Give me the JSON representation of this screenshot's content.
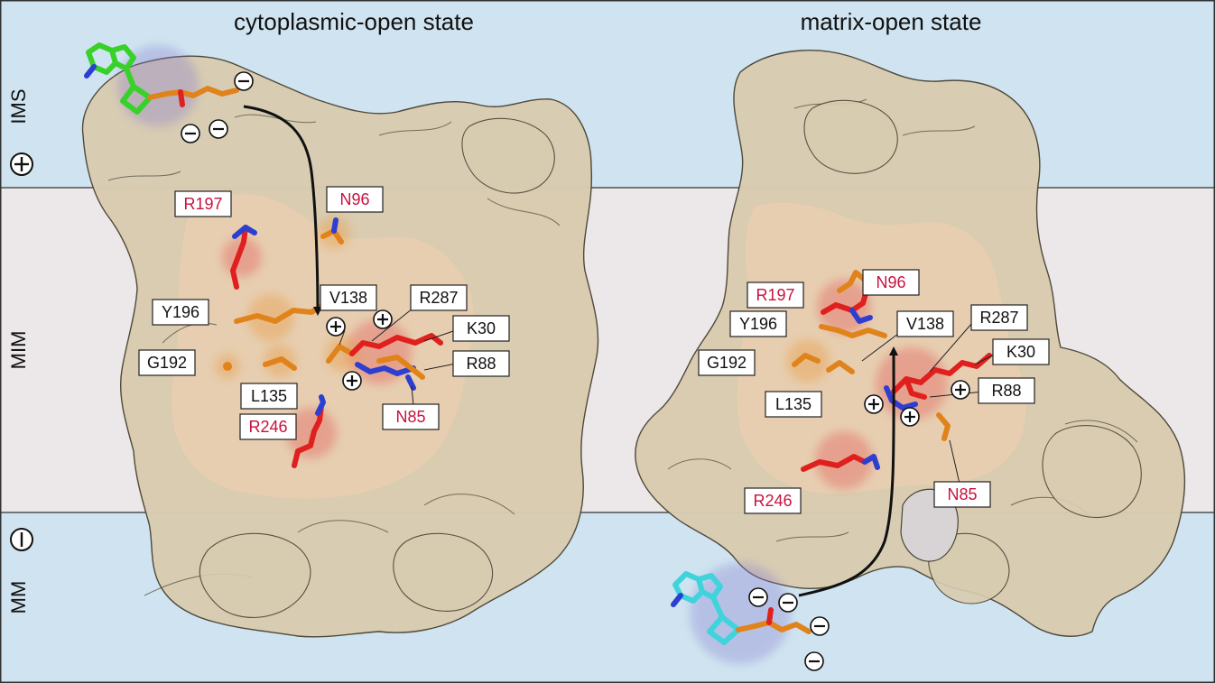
{
  "titles": {
    "left": "cytoplasmic-open state",
    "right": "matrix-open state"
  },
  "bands": {
    "top": "IMS",
    "middle": "MIM",
    "bottom": "MM"
  },
  "colors": {
    "aqueous": "#cfe4f0",
    "membrane": "#ece7e8",
    "protein": "#d9ccb0",
    "protein_edge": "#4a4536",
    "protein_inner": "#f2cfae",
    "red_residue": "#c8123f",
    "black_residue": "#111111",
    "stick_orange": "#e0831b",
    "stick_red": "#e0201e",
    "stick_blue": "#2c3fd0",
    "adp_green": "#38d12a",
    "adp_cyan": "#3fd3dc"
  },
  "left_residues": [
    {
      "label": "R197",
      "color": "red"
    },
    {
      "label": "N96",
      "color": "red"
    },
    {
      "label": "Y196",
      "color": "black"
    },
    {
      "label": "V138",
      "color": "black"
    },
    {
      "label": "R287",
      "color": "black"
    },
    {
      "label": "K30",
      "color": "black"
    },
    {
      "label": "G192",
      "color": "black"
    },
    {
      "label": "R88",
      "color": "black"
    },
    {
      "label": "L135",
      "color": "black"
    },
    {
      "label": "N85",
      "color": "red"
    },
    {
      "label": "R246",
      "color": "red"
    }
  ],
  "right_residues": [
    {
      "label": "R197",
      "color": "red"
    },
    {
      "label": "N96",
      "color": "red"
    },
    {
      "label": "Y196",
      "color": "black"
    },
    {
      "label": "V138",
      "color": "black"
    },
    {
      "label": "R287",
      "color": "black"
    },
    {
      "label": "K30",
      "color": "black"
    },
    {
      "label": "G192",
      "color": "black"
    },
    {
      "label": "R88",
      "color": "black"
    },
    {
      "label": "L135",
      "color": "black"
    },
    {
      "label": "N85",
      "color": "red"
    },
    {
      "label": "R246",
      "color": "red"
    }
  ]
}
